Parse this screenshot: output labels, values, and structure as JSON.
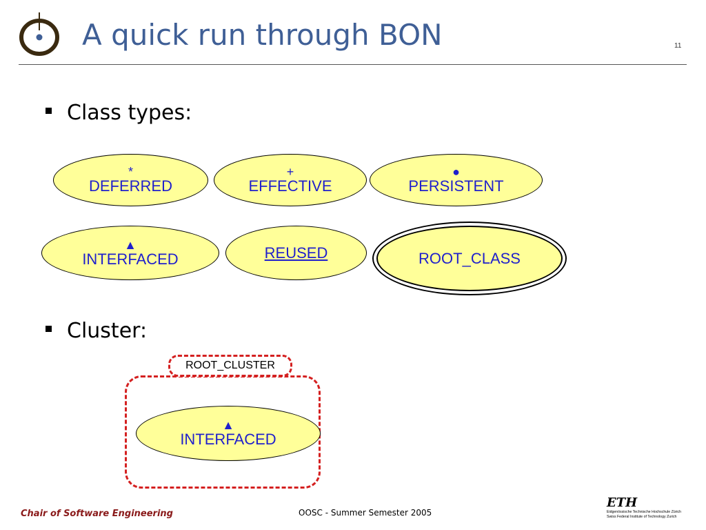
{
  "slide": {
    "title": "A quick run through BON",
    "number": "11"
  },
  "bullets": {
    "class_types": "Class types:",
    "cluster": "Cluster:"
  },
  "class_types": {
    "deferred": {
      "symbol": "*",
      "label": "DEFERRED"
    },
    "effective": {
      "symbol": "+",
      "label": "EFFECTIVE"
    },
    "persistent": {
      "symbol": "●",
      "label": "PERSISTENT"
    },
    "interfaced": {
      "symbol": "▲",
      "label": "INTERFACED"
    },
    "reused": {
      "label": "REUSED"
    },
    "root_class": {
      "label": "ROOT_CLASS"
    }
  },
  "cluster": {
    "name": "ROOT_CLUSTER",
    "inner_symbol": "▲",
    "inner_label": "INTERFACED"
  },
  "footer": {
    "left": "Chair of Software Engineering",
    "center": "OOSC - Summer Semester 2005",
    "logo_text": "ETH",
    "logo_line1": "Eidgenössische Technische Hochschule Zürich",
    "logo_line2": "Swiss Federal Institute of Technology Zurich"
  },
  "colors": {
    "title": "#3f5f96",
    "ellipse_fill": "#ffff99",
    "class_text": "#1f1fcc",
    "cluster_border": "#d42020",
    "footer_left": "#8a1a1a"
  }
}
